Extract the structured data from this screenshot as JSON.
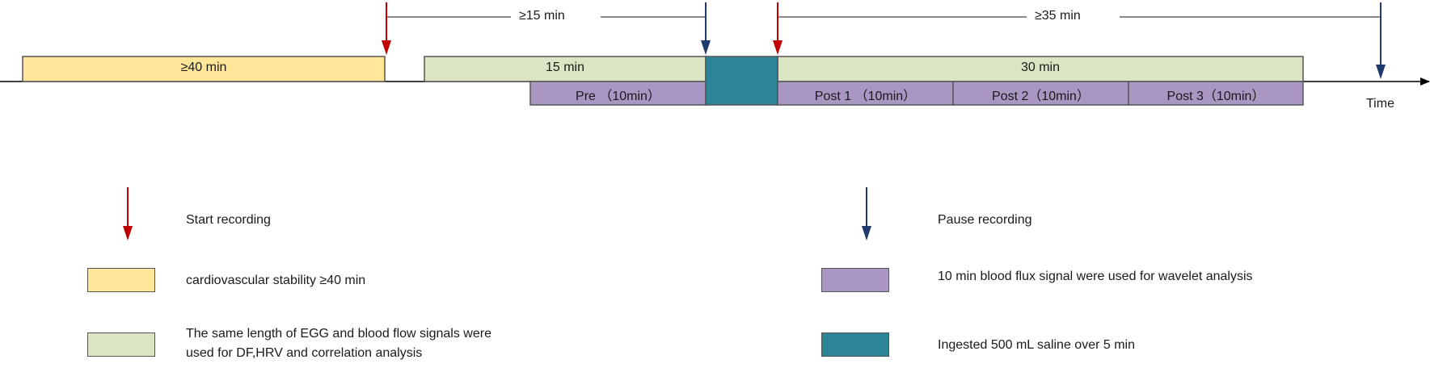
{
  "colors": {
    "stability": "#FFE699",
    "green": "#D9E5C3",
    "purple": "#A996C2",
    "teal": "#2E8497",
    "start_arrow": "#C00000",
    "pause_arrow": "#1F3A6E"
  },
  "timeline": {
    "segments": {
      "stability": "≥40 min",
      "green_pre": "15 min",
      "green_post": "30 min",
      "pre": "Pre （10min）",
      "post1": "Post 1 （10min）",
      "post2": "Post 2（10min）",
      "post3": "Post 3（10min）"
    },
    "spans": {
      "first": "≥15 min",
      "second": "≥35 min"
    },
    "axis_label": "Time"
  },
  "legend": {
    "start": "Start recording",
    "pause": "Pause recording",
    "stability": "cardiovascular stability ≥40 min",
    "purple": "10 min blood flux signal were used for wavelet analysis",
    "green_line1": "The same length of EGG and blood flow signals were",
    "green_line2": "used for DF,HRV and  correlation analysis",
    "teal": "Ingested 500 mL  saline over 5 min"
  }
}
